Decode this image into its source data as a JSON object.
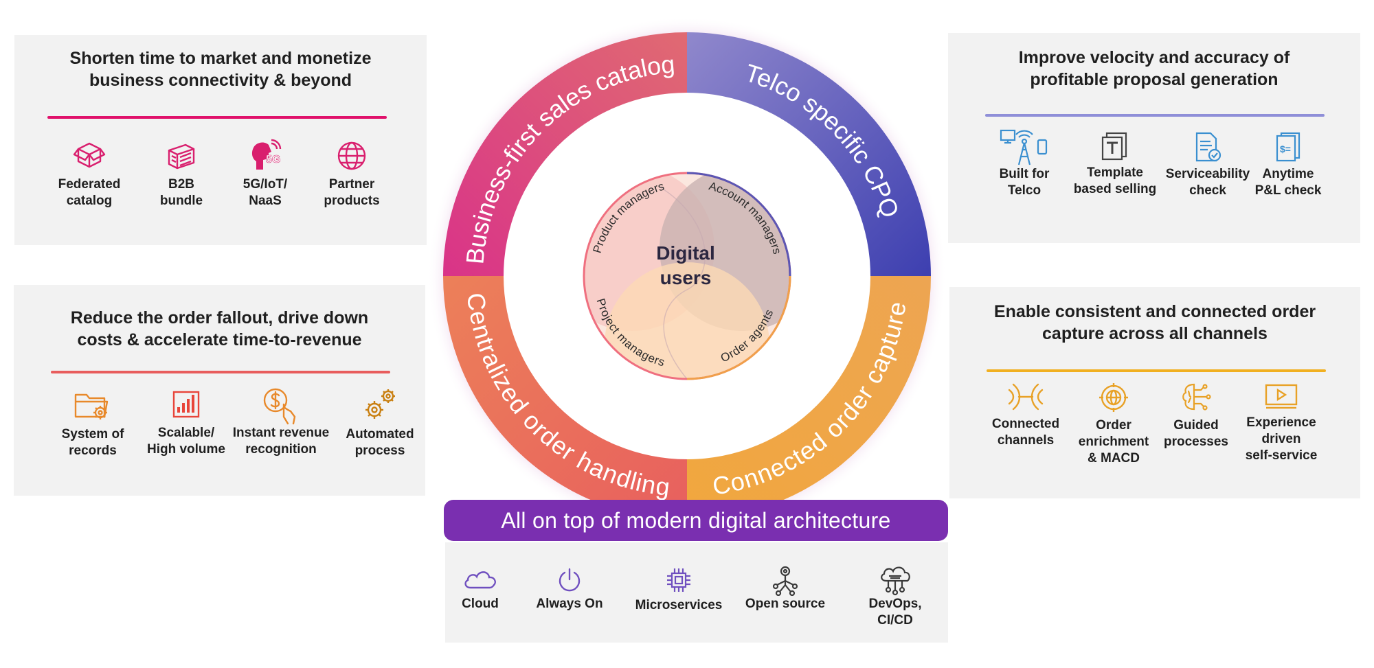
{
  "colors": {
    "panel_bg": "#f2f2f2",
    "magenta": "#d6337f",
    "pink_rule": "#e0116b",
    "blue_violet": "#5a56b4",
    "rule_blue": "#8f8fd8",
    "orange": "#ee8a3a",
    "coral": "#e86a5a",
    "gold": "#f1aa3a",
    "purple": "#7a2fb0",
    "icon_blue": "#3a8fd0",
    "icon_pink": "#d91f6e",
    "icon_orange": "#e8892a"
  },
  "panels": {
    "top_left": {
      "title": "Shorten time to market and monetize\nbusiness connectivity & beyond",
      "items": [
        {
          "label": "Federated\ncatalog",
          "icon": "package-box-icon"
        },
        {
          "label": "B2B\nbundle",
          "icon": "bundle-stack-icon"
        },
        {
          "label": "5G/IoT/\nNaaS",
          "icon": "5g-head-icon"
        },
        {
          "label": "Partner\nproducts",
          "icon": "globe-icon"
        }
      ]
    },
    "bottom_left": {
      "title": "Reduce the order fallout, drive down\ncosts & accelerate time-to-revenue",
      "items": [
        {
          "label": "System of\nrecords",
          "icon": "folder-gear-icon"
        },
        {
          "label": "Scalable/\nHigh volume",
          "icon": "bar-chart-icon"
        },
        {
          "label": "Instant revenue\nrecognition",
          "icon": "dollar-hand-icon"
        },
        {
          "label": "Automated\nprocess",
          "icon": "gears-icon"
        }
      ]
    },
    "top_right": {
      "title": "Improve velocity and accuracy of\nprofitable proposal generation",
      "items": [
        {
          "label": "Built for\nTelco",
          "icon": "telecom-tower-icon"
        },
        {
          "label": "Template\nbased selling",
          "icon": "template-doc-icon"
        },
        {
          "label": "Serviceability\ncheck",
          "icon": "check-doc-icon"
        },
        {
          "label": "Anytime\nP&L check",
          "icon": "invoice-doc-icon"
        }
      ]
    },
    "bottom_right": {
      "title": "Enable consistent and connected order\ncapture across all channels",
      "items": [
        {
          "label": "Connected\nchannels",
          "icon": "connected-rings-icon"
        },
        {
          "label": "Order\nenrichment\n& MACD",
          "icon": "target-globe-icon"
        },
        {
          "label": "Guided\nprocesses",
          "icon": "brain-circuit-icon"
        },
        {
          "label": "Experience\ndriven\nself-service",
          "icon": "video-screen-icon"
        }
      ]
    }
  },
  "ring": {
    "segments": {
      "top_left": "Business-first sales catalog",
      "top_right": "Telco specific CPQ",
      "bottom_left": "Centralized order handling",
      "bottom_right": "Connected order capture"
    },
    "center": {
      "title_line1": "Digital",
      "title_line2": "users",
      "roles": {
        "top_left": "Product managers",
        "top_right": "Account managers",
        "bottom_left": "Project managers",
        "bottom_right": "Order agents"
      }
    }
  },
  "architecture": {
    "banner": "All on top of modern digital architecture",
    "items": [
      {
        "label": "Cloud",
        "icon": "cloud-icon"
      },
      {
        "label": "Always On",
        "icon": "power-icon"
      },
      {
        "label": "Microservices",
        "icon": "chip-icon"
      },
      {
        "label": "Open source",
        "icon": "network-node-icon"
      },
      {
        "label": "DevOps,\nCI/CD",
        "icon": "cloud-network-icon"
      }
    ]
  }
}
